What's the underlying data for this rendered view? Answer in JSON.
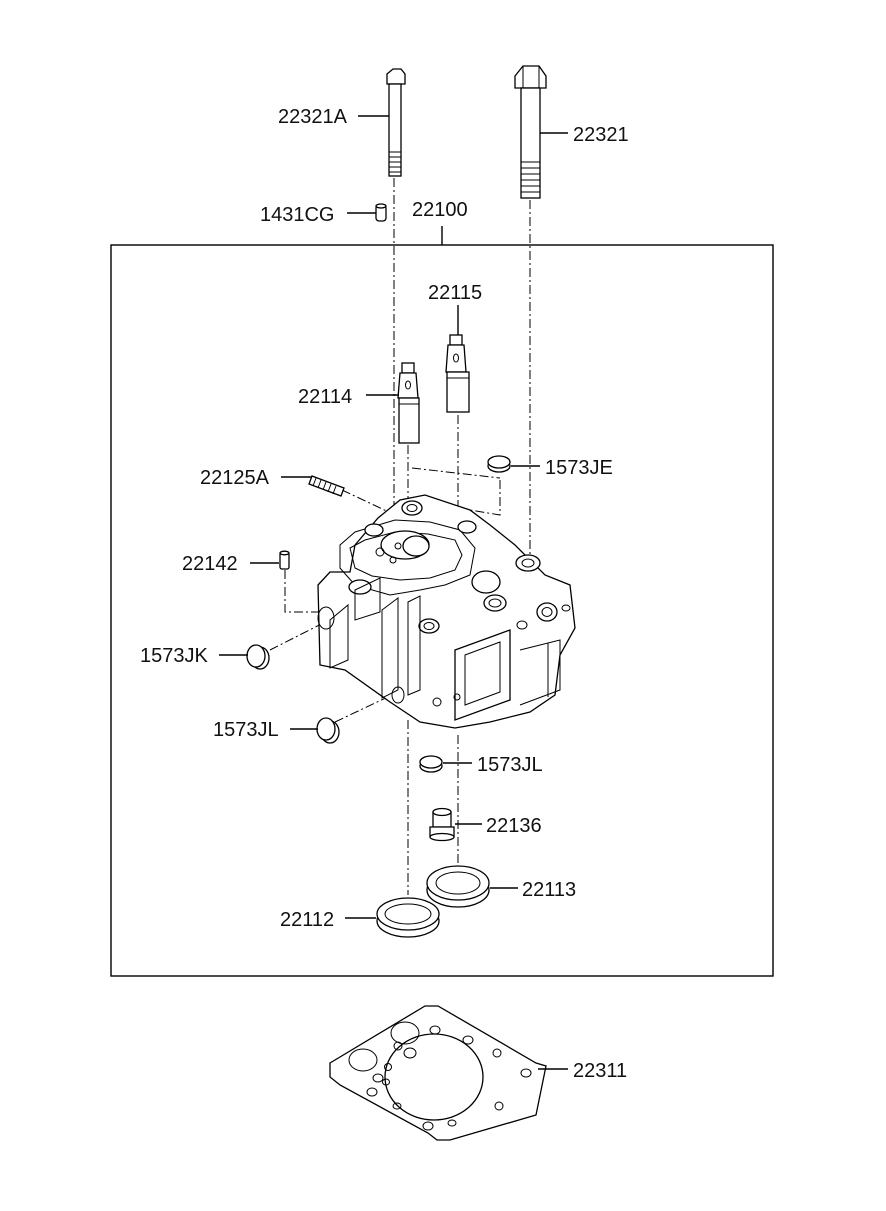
{
  "labels": {
    "bolt_short": "22321A",
    "bolt_long": "22321",
    "dowel_pin": "1431CG",
    "cylinder_head_assy": "22100",
    "valve_guide_exhaust": "22115",
    "valve_guide_intake": "22114",
    "plug_je": "1573JE",
    "stud": "22125A",
    "pin": "22142",
    "plug_jk": "1573JK",
    "plug_jl_left": "1573JL",
    "plug_jl_right": "1573JL",
    "sleeve": "22136",
    "seat_ring_exhaust": "22113",
    "seat_ring_intake": "22112",
    "head_gasket": "22311"
  }
}
